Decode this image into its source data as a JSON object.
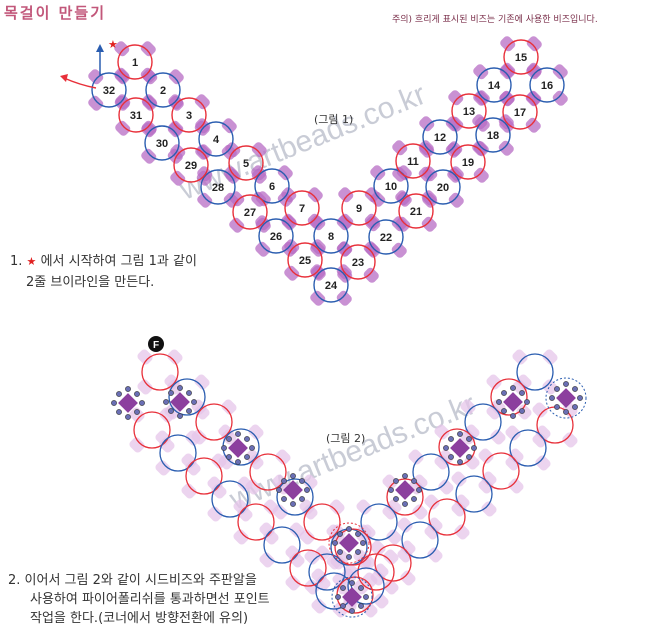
{
  "title": "목걸이 만들기",
  "note": "주의) 흐리게 표시된 비즈는 기존에 사용한 비즈입니다.",
  "figure1": {
    "caption": "(그림 1)",
    "cells": [
      "1",
      "2",
      "3",
      "4",
      "5",
      "6",
      "7",
      "8",
      "9",
      "10",
      "11",
      "12",
      "13",
      "14",
      "15",
      "16",
      "17",
      "18",
      "19",
      "20",
      "21",
      "22",
      "23",
      "24",
      "25",
      "26",
      "27",
      "28",
      "29",
      "30",
      "31",
      "32"
    ]
  },
  "figure2": {
    "caption": "(그림 2)",
    "finish_marker": "F"
  },
  "watermark": "www.artbeads.co.kr",
  "steps": {
    "step1": {
      "number": "1.",
      "line1_after_star": "에서 시작하여 그림 1과 같이",
      "line2": "2줄 브이라인을 만든다."
    },
    "step2": {
      "number": "2.",
      "line1": "이어서 그림 2와 같이 시드비즈와 주판알을",
      "line2": "사용하여 파이어폴리쉬를 통과하면선 포인트",
      "line3": "작업을 한다.(코너에서 방향전환에 유의)"
    }
  },
  "colors": {
    "red_thread": "#e8303a",
    "blue_thread": "#2a5db0",
    "bead": "#b76cc4",
    "bead_faded": "#e6c5ea",
    "title": "#c2577a"
  }
}
